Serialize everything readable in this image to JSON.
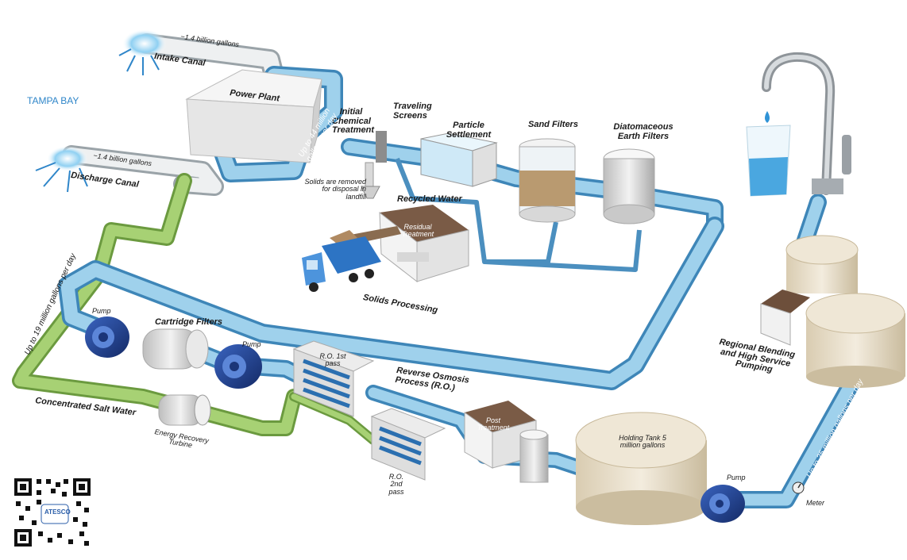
{
  "labels": {
    "tampa_bay": "TAMPA BAY",
    "intake_flow": "~1.4 billion gallons",
    "intake_canal": "Intake Canal",
    "discharge_flow": "~1.4 billion gallons",
    "discharge_canal": "Discharge Canal",
    "power_plant": "Power Plant",
    "initial_chemical_treatment": "Initial Chemical Treatment",
    "flow_44": "Up to 44 million gallons per day",
    "traveling_screens": "Traveling Screens",
    "particle_settlement": "Particle Settlement",
    "sand_filters": "Sand Filters",
    "diatomaceous_earth_filters": "Diatomaceous Earth Filters",
    "solids_removed": "Solids are removed for disposal in landfill",
    "recycled_water": "Recycled Water",
    "residual_treatment": "Residual Treatment",
    "solids_processing": "Solids Processing",
    "flow_19": "Up to 19 million gallons per day",
    "pump_1": "Pump",
    "cartridge_filters": "Cartridge Filters",
    "pump_2": "Pump",
    "ro_1st_pass": "R.O. 1st pass",
    "reverse_osmosis": "Reverse Osmosis Process (R.O.)",
    "ro_2nd_pass": "R.O. 2nd pass",
    "concentrated_salt_water": "Concentrated Salt Water",
    "energy_recovery_turbine": "Energy Recovery Turbine",
    "post_treatment": "Post Treatment",
    "holding_tank": "Holding Tank 5 million gallons",
    "pump_3": "Pump",
    "meter": "Meter",
    "flow_25": "Up to 25 million gallons per day",
    "regional_blending": "Regional Blending and High Service Pumping",
    "qr_logo": "ATESCO"
  },
  "colors": {
    "pipe_blue": "#5fa8d3",
    "pipe_blue_light": "#bfe2f3",
    "brine_green": "#9cc56b",
    "tank_beige": "#e3d7bf",
    "pump_navy": "#1f3f8f",
    "roof_brown": "#7a5b46"
  }
}
